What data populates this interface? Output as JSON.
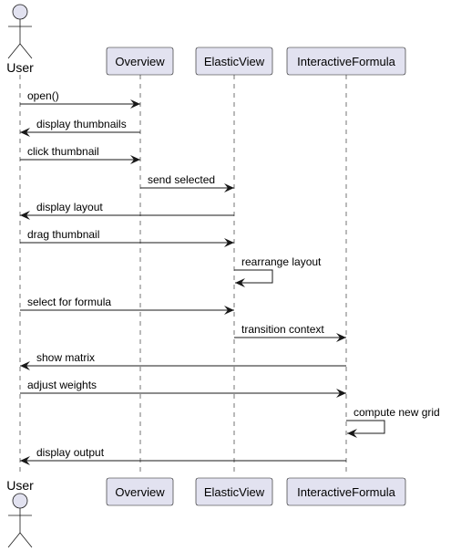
{
  "diagram": {
    "type": "sequence",
    "participants": [
      {
        "id": "user",
        "label": "User",
        "kind": "actor"
      },
      {
        "id": "overview",
        "label": "Overview",
        "kind": "participant"
      },
      {
        "id": "elastic",
        "label": "ElasticView",
        "kind": "participant"
      },
      {
        "id": "formula",
        "label": "InteractiveFormula",
        "kind": "participant"
      }
    ],
    "messages": [
      {
        "from": "user",
        "to": "overview",
        "label": "open()"
      },
      {
        "from": "overview",
        "to": "user",
        "label": "display thumbnails"
      },
      {
        "from": "user",
        "to": "overview",
        "label": "click thumbnail"
      },
      {
        "from": "overview",
        "to": "elastic",
        "label": "send selected"
      },
      {
        "from": "elastic",
        "to": "user",
        "label": "display layout"
      },
      {
        "from": "user",
        "to": "elastic",
        "label": "drag thumbnail"
      },
      {
        "from": "elastic",
        "to": "elastic",
        "label": "rearrange layout"
      },
      {
        "from": "user",
        "to": "elastic",
        "label": "select for formula"
      },
      {
        "from": "elastic",
        "to": "formula",
        "label": "transition context"
      },
      {
        "from": "formula",
        "to": "user",
        "label": "show matrix"
      },
      {
        "from": "user",
        "to": "formula",
        "label": "adjust weights"
      },
      {
        "from": "formula",
        "to": "formula",
        "label": "compute new grid"
      },
      {
        "from": "formula",
        "to": "user",
        "label": "display output"
      }
    ],
    "colors": {
      "participant_fill": "#E2E2F0",
      "stroke": "#181818",
      "background": "#FFFFFF"
    }
  }
}
